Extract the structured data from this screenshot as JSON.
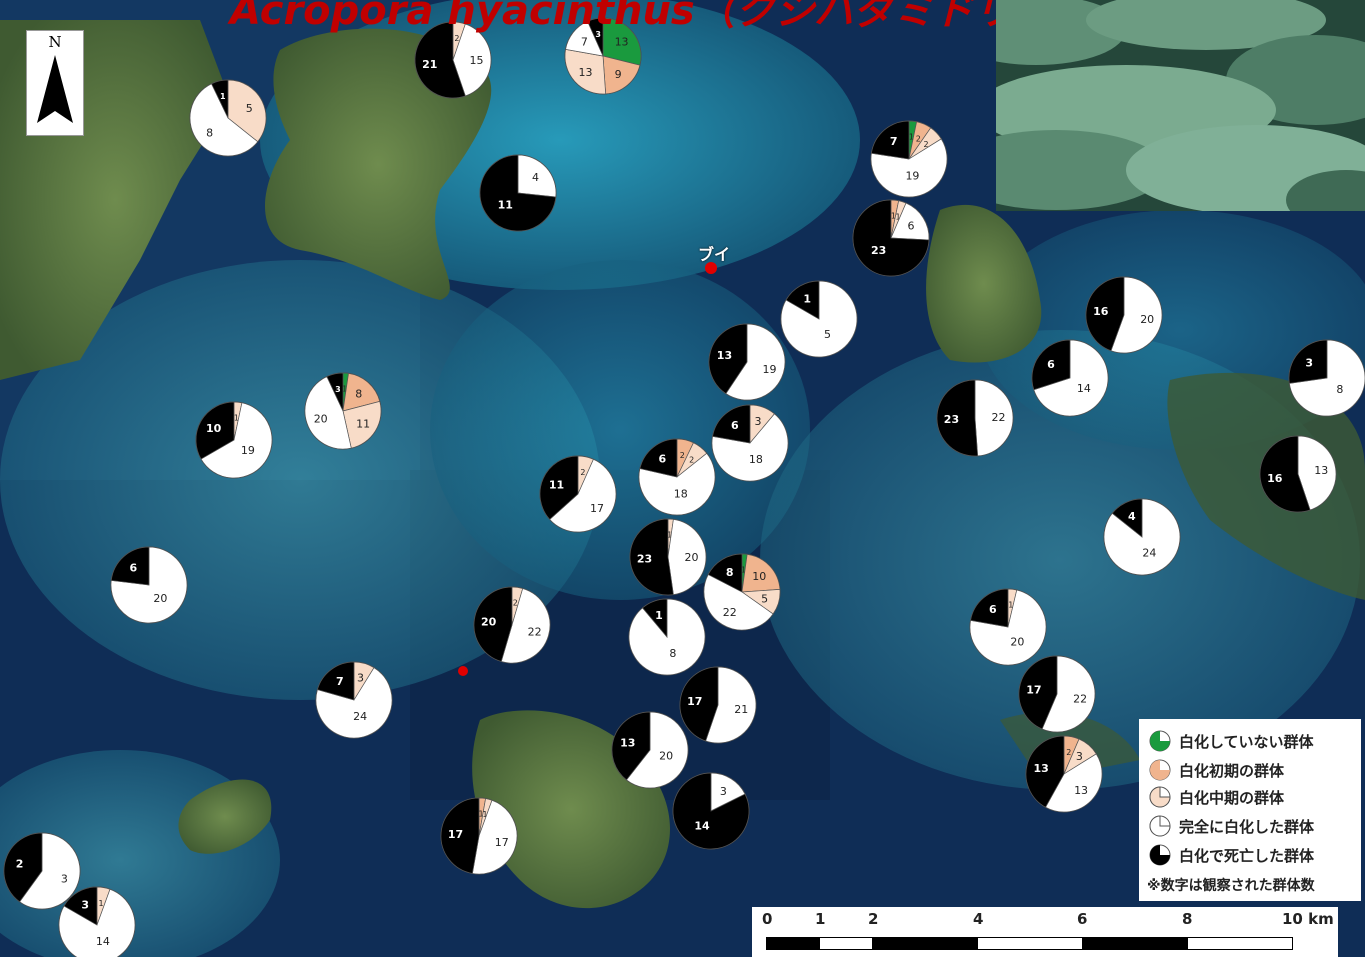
{
  "title": "Acropora hyacinthus（クシハダミドリイシ）",
  "buoy_label": "ブイ",
  "north_label": "N",
  "colors": {
    "healthy": "#1a9a3e",
    "early": "#f0b48e",
    "middle": "#f8dcc8",
    "complete": "#ffffff",
    "dead": "#000000",
    "buoy": "#e00000"
  },
  "legend": {
    "items": [
      {
        "key": "healthy",
        "label": "白化していない群体"
      },
      {
        "key": "early",
        "label": "白化初期の群体"
      },
      {
        "key": "middle",
        "label": "白化中期の群体"
      },
      {
        "key": "complete",
        "label": "完全に白化した群体"
      },
      {
        "key": "dead",
        "label": "白化で死亡した群体"
      }
    ],
    "note": "※数字は観察された群体数"
  },
  "scale": {
    "ticks": [
      "0",
      "1",
      "2",
      "4",
      "6",
      "8",
      "10 km"
    ]
  },
  "sites": [
    {
      "h": 0,
      "e": 0,
      "m": 2,
      "c": 15,
      "d": 21
    },
    {
      "h": 13,
      "e": 9,
      "m": 13,
      "c": 7,
      "d": 3
    },
    {
      "h": 0,
      "e": 0,
      "m": 5,
      "c": 8,
      "d": 1
    },
    {
      "h": 0,
      "e": 0,
      "m": 0,
      "c": 4,
      "d": 11
    },
    {
      "h": 1,
      "e": 2,
      "m": 2,
      "c": 19,
      "d": 7
    },
    {
      "h": 0,
      "e": 1,
      "m": 1,
      "c": 6,
      "d": 23
    },
    {
      "h": 0,
      "e": 0,
      "m": 0,
      "c": 5,
      "d": 1
    },
    {
      "h": 0,
      "e": 0,
      "m": 0,
      "c": 20,
      "d": 16
    },
    {
      "h": 0,
      "e": 0,
      "m": 0,
      "c": 19,
      "d": 13
    },
    {
      "h": 0,
      "e": 0,
      "m": 0,
      "c": 14,
      "d": 6
    },
    {
      "h": 0,
      "e": 0,
      "m": 0,
      "c": 8,
      "d": 3
    },
    {
      "h": 0,
      "e": 0,
      "m": 3,
      "c": 18,
      "d": 6
    },
    {
      "h": 0,
      "e": 0,
      "m": 0,
      "c": 22,
      "d": 23
    },
    {
      "h": 1,
      "e": 8,
      "m": 11,
      "c": 20,
      "d": 3
    },
    {
      "h": 0,
      "e": 0,
      "m": 1,
      "c": 19,
      "d": 10
    },
    {
      "h": 0,
      "e": 2,
      "m": 2,
      "c": 18,
      "d": 6
    },
    {
      "h": 0,
      "e": 0,
      "m": 2,
      "c": 17,
      "d": 11
    },
    {
      "h": 0,
      "e": 0,
      "m": 0,
      "c": 13,
      "d": 16
    },
    {
      "h": 0,
      "e": 0,
      "m": 0,
      "c": 24,
      "d": 4
    },
    {
      "h": 0,
      "e": 0,
      "m": 1,
      "c": 20,
      "d": 23
    },
    {
      "h": 1,
      "e": 10,
      "m": 5,
      "c": 22,
      "d": 8
    },
    {
      "h": 0,
      "e": 0,
      "m": 0,
      "c": 20,
      "d": 6
    },
    {
      "h": 0,
      "e": 0,
      "m": 2,
      "c": 22,
      "d": 20
    },
    {
      "h": 0,
      "e": 0,
      "m": 0,
      "c": 8,
      "d": 1
    },
    {
      "h": 0,
      "e": 0,
      "m": 1,
      "c": 20,
      "d": 6
    },
    {
      "h": 0,
      "e": 0,
      "m": 3,
      "c": 24,
      "d": 7
    },
    {
      "h": 0,
      "e": 0,
      "m": 0,
      "c": 21,
      "d": 17
    },
    {
      "h": 0,
      "e": 0,
      "m": 0,
      "c": 22,
      "d": 17
    },
    {
      "h": 0,
      "e": 0,
      "m": 0,
      "c": 20,
      "d": 13
    },
    {
      "h": 0,
      "e": 2,
      "m": 3,
      "c": 13,
      "d": 13
    },
    {
      "h": 0,
      "e": 0,
      "m": 0,
      "c": 3,
      "d": 14
    },
    {
      "h": 0,
      "e": 1,
      "m": 1,
      "c": 17,
      "d": 17
    },
    {
      "h": 0,
      "e": 0,
      "m": 0,
      "c": 3,
      "d": 2
    },
    {
      "h": 0,
      "e": 0,
      "m": 1,
      "c": 14,
      "d": 3
    }
  ]
}
